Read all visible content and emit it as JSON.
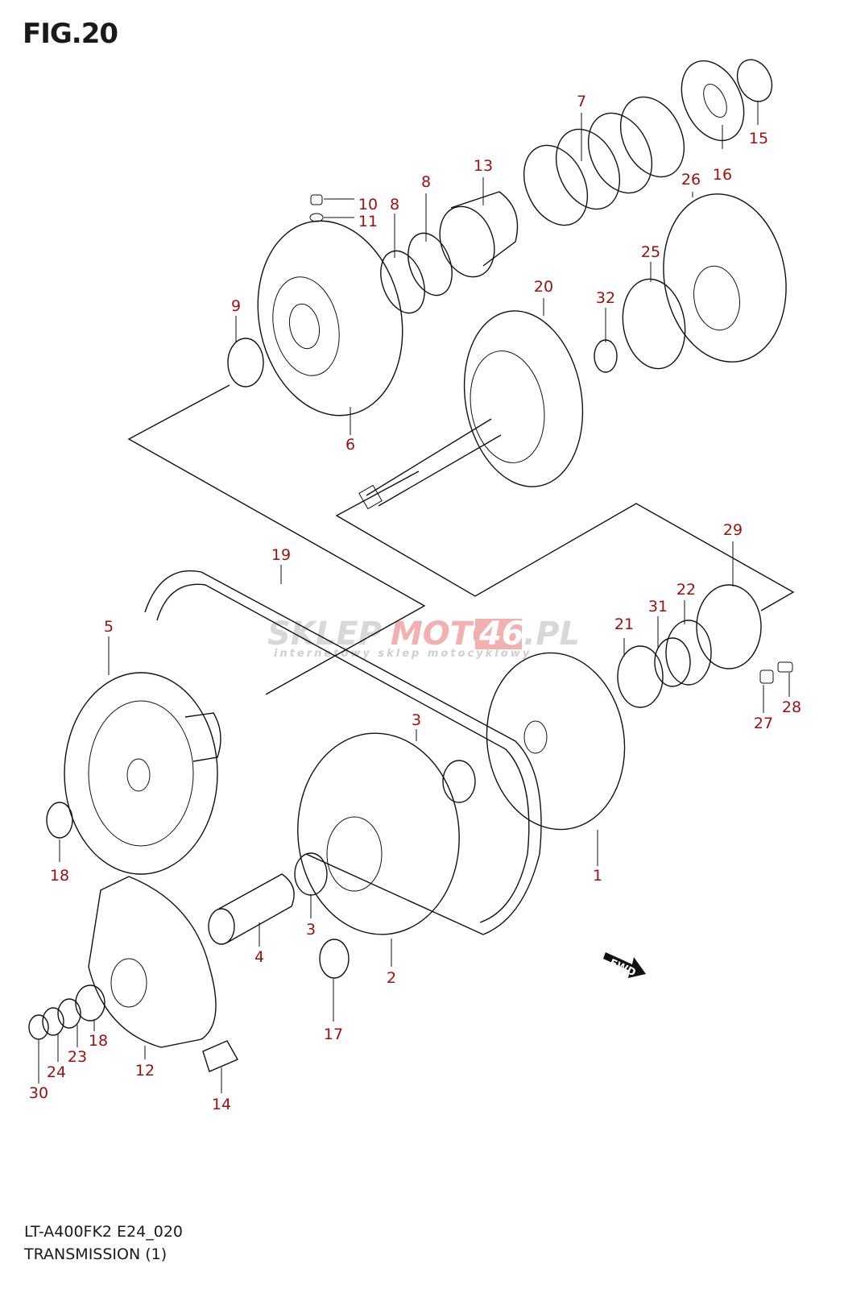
{
  "figure": {
    "title": "FIG.20",
    "model_code": "LT-A400FK2 E24_020",
    "section_name": "TRANSMISSION (1)"
  },
  "watermark": {
    "brand_part1": "SKLEP",
    "brand_part2": "MOTO",
    "brand_part3": "46",
    "brand_part4": ".PL",
    "tagline": "internetowy sklep motocyklowy"
  },
  "direction_marker": {
    "label": "FWD"
  },
  "colors": {
    "label_color": "#a01010",
    "line_color": "#111111"
  },
  "part_labels": [
    {
      "id": "1",
      "text": "1"
    },
    {
      "id": "2",
      "text": "2"
    },
    {
      "id": "3a",
      "text": "3"
    },
    {
      "id": "3b",
      "text": "3"
    },
    {
      "id": "4",
      "text": "4"
    },
    {
      "id": "5",
      "text": "5"
    },
    {
      "id": "6",
      "text": "6"
    },
    {
      "id": "7",
      "text": "7"
    },
    {
      "id": "8a",
      "text": "8"
    },
    {
      "id": "8b",
      "text": "8"
    },
    {
      "id": "9",
      "text": "9"
    },
    {
      "id": "10",
      "text": "10"
    },
    {
      "id": "11",
      "text": "11"
    },
    {
      "id": "12",
      "text": "12"
    },
    {
      "id": "13",
      "text": "13"
    },
    {
      "id": "14",
      "text": "14"
    },
    {
      "id": "15",
      "text": "15"
    },
    {
      "id": "16",
      "text": "16"
    },
    {
      "id": "17",
      "text": "17"
    },
    {
      "id": "18a",
      "text": "18"
    },
    {
      "id": "18b",
      "text": "18"
    },
    {
      "id": "19",
      "text": "19"
    },
    {
      "id": "20",
      "text": "20"
    },
    {
      "id": "21",
      "text": "21"
    },
    {
      "id": "22",
      "text": "22"
    },
    {
      "id": "23",
      "text": "23"
    },
    {
      "id": "24",
      "text": "24"
    },
    {
      "id": "25",
      "text": "25"
    },
    {
      "id": "26",
      "text": "26"
    },
    {
      "id": "27",
      "text": "27"
    },
    {
      "id": "28",
      "text": "28"
    },
    {
      "id": "29",
      "text": "29"
    },
    {
      "id": "30",
      "text": "30"
    },
    {
      "id": "31",
      "text": "31"
    },
    {
      "id": "32",
      "text": "32"
    }
  ]
}
